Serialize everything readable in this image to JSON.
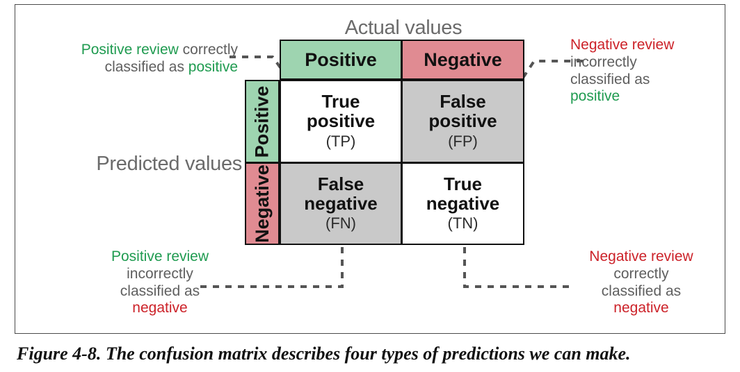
{
  "figure": {
    "caption": "Figure 4-8. The confusion matrix describes four types of predictions we can make."
  },
  "axes": {
    "actual_title": "Actual values",
    "predicted_title": "Predicted values"
  },
  "colors": {
    "positive_green": "#9ed4b0",
    "negative_red": "#e08b92",
    "cell_gray": "#c9c9c9",
    "cell_white": "#ffffff",
    "text_green": "#1f9b50",
    "text_red": "#cc2229",
    "muted_gray": "#5f5f5f",
    "border_black": "#111111",
    "frame_gray": "#4a4a4a"
  },
  "matrix": {
    "column_headers": [
      "Positive",
      "Negative"
    ],
    "row_headers": [
      "Positive",
      "Negative"
    ],
    "cells": [
      {
        "key": "tp",
        "label_line1": "True",
        "label_line2": "positive",
        "abbr": "(TP)",
        "fill": "white"
      },
      {
        "key": "fp",
        "label_line1": "False",
        "label_line2": "positive",
        "abbr": "(FP)",
        "fill": "gray"
      },
      {
        "key": "fn",
        "label_line1": "False",
        "label_line2": "negative",
        "abbr": "(FN)",
        "fill": "gray"
      },
      {
        "key": "tn",
        "label_line1": "True",
        "label_line2": "negative",
        "abbr": "(TN)",
        "fill": "white"
      }
    ]
  },
  "annotations": {
    "top_left": {
      "target": "tp",
      "line1_colored": "Positive review",
      "line1_colored_class": "pos",
      "line1_rest": " correctly",
      "line2_rest": "classified as ",
      "line2_colored": "positive",
      "line2_colored_class": "pos"
    },
    "top_right": {
      "target": "fp",
      "line1": "Negative review",
      "line2": "incorrectly",
      "line3": "classified as",
      "line4": "positive"
    },
    "bottom_left": {
      "target": "fn",
      "line1": "Positive review",
      "line2": "incorrectly",
      "line3": "classified as",
      "line4": "negative"
    },
    "bottom_right": {
      "target": "tn",
      "line1": "Negative review",
      "line2": "correctly",
      "line3": "classified as",
      "line4": "negative"
    }
  }
}
